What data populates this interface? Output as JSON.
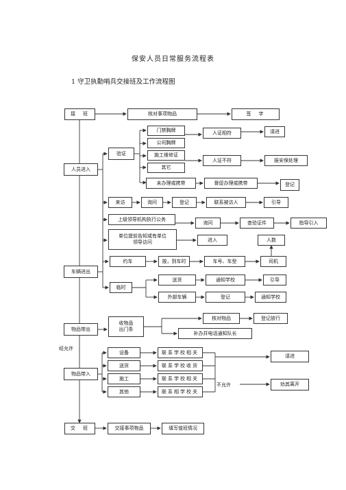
{
  "doc": {
    "title": "保安人员日常服务流程表",
    "section": "1 守卫执勤哨兵交接班及工作流程图"
  },
  "nodes": {
    "jieban": "接　班",
    "hedui": "核对事项物品",
    "qianzi": "签　字",
    "renyuan": "人员进入",
    "yanzheng": "验证",
    "menjin": "门禁胸牌",
    "gongsi": "公司胸牌",
    "shigong": "施工维修证",
    "qita": "其它",
    "renzheng_fu": "人证相符",
    "qingjin1": "请进",
    "renzheng_bufu": "人证不符",
    "baoan": "报安保处理",
    "weibanli": "未办理或携带",
    "ducu": "督促办理或携带",
    "dengji1": "登记",
    "laifang": "来访",
    "xunwen1": "询问",
    "dengji2": "登记",
    "lianxi": "联系被访人",
    "yindao1": "引导",
    "shangji": "上级领导机构执行公务",
    "xunwen2": "询问",
    "chayan": "查验证件",
    "zhidao": "指导引入",
    "danwei": "单位提前告知或有单位\n领导访问",
    "jinru": "进入",
    "renshu": "人数",
    "cheliang": "车辆进出",
    "yueche": "约车",
    "dixian": "按，到车时",
    "chehao": "车号、车型",
    "siji": "司机",
    "linshi": "临时",
    "songhuo1": "送货",
    "tongzhi1": "通知学校",
    "yindao2": "引导",
    "waibu": "外部车辆",
    "dengji3": "登记",
    "tongzhi2": "通知学校",
    "wupin_dai": "物品带出",
    "shouwu": "收物品\n出门条",
    "heduiwp": "核对物品",
    "fangxing": "登记放行",
    "bubanyu": "补办并电话通知队长",
    "jingyunxu": "经允许",
    "wupin_ru": "物品带入",
    "shebei": "设备",
    "songhuo2": "送货",
    "shigong2": "施工",
    "qita2": "其他",
    "lx1": "联系学校相关",
    "lx2": "联系学校收货",
    "lx3": "联系学校相关",
    "lx4": "联系相学校关",
    "qingjin2": "请进",
    "buyunxu": "不允许",
    "quanqi": "劝其离开",
    "jiaoban": "交　班",
    "jiaojie": "交接事项物品",
    "tianxie": "填写值班情况"
  }
}
